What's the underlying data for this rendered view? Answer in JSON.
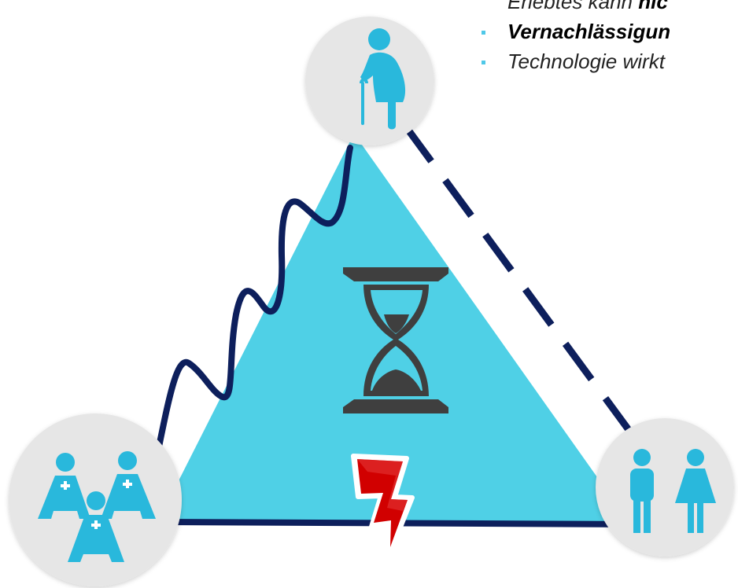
{
  "bullets": [
    {
      "text": "Erlebtes kann ",
      "emphasis": "nic"
    },
    {
      "text": "Vernachlässigun"
    },
    {
      "text": "Technologie wirkt"
    }
  ],
  "icons": {
    "top": "elderly-person-with-cane-icon",
    "left": "nurses-group-icon",
    "right": "man-and-woman-icon",
    "center": "hourglass-icon",
    "bottom": "lightning-bolt-icon"
  },
  "colors": {
    "triangle_fill": "#4fd0e6",
    "outline": "#0d1f5c",
    "icon_blue": "#29b8dc",
    "circle_bg": "#e6e6e6",
    "hourglass": "#3f3f3f",
    "bolt": "#d10000"
  }
}
